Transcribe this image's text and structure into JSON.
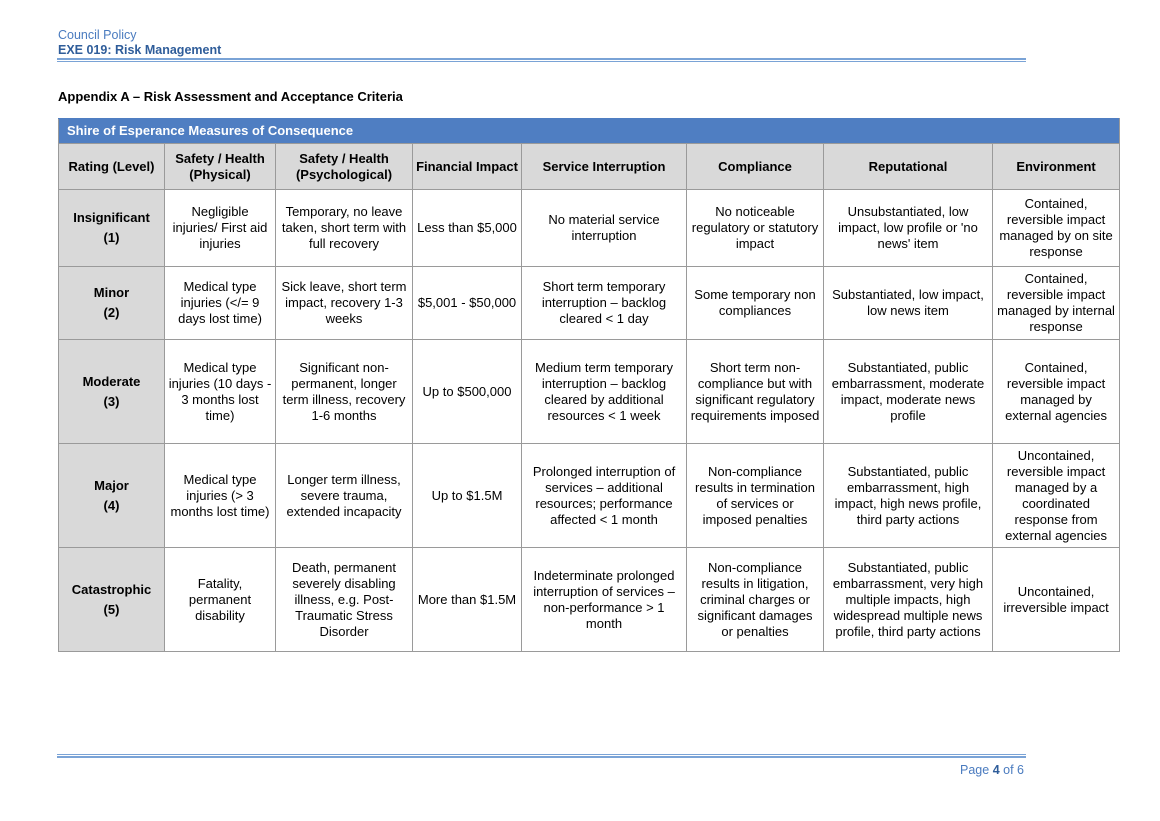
{
  "header": {
    "line1": "Council Policy",
    "line2": "EXE 019: Risk Management"
  },
  "appendix_title": "Appendix A – Risk Assessment and Acceptance Criteria",
  "table": {
    "title": "Shire of Esperance Measures of Consequence",
    "columns": [
      "Rating (Level)",
      "Safety / Health (Physical)",
      "Safety / Health (Psychological)",
      "Financial Impact",
      "Service Interruption",
      "Compliance",
      "Reputational",
      "Environment"
    ],
    "rows": [
      {
        "rating": "Insignificant",
        "level": "(1)",
        "physical": "Negligible injuries/ First aid injuries",
        "psychological": "Temporary, no leave taken, short term with full recovery",
        "financial": "Less than $5,000",
        "service": "No material service interruption",
        "compliance": "No noticeable regulatory or statutory impact",
        "reputational": "Unsubstantiated, low impact, low profile or 'no news' item",
        "environment": "Contained, reversible impact managed by on site response"
      },
      {
        "rating": "Minor",
        "level": "(2)",
        "physical": "Medical type injuries (</= 9 days lost time)",
        "psychological": "Sick leave, short term impact, recovery 1-3 weeks",
        "financial": "$5,001 - $50,000",
        "service": "Short term temporary interruption – backlog cleared < 1 day",
        "compliance": "Some temporary non compliances",
        "reputational": "Substantiated, low impact, low news item",
        "environment": "Contained, reversible impact managed by internal response"
      },
      {
        "rating": "Moderate",
        "level": "(3)",
        "physical": "Medical type injuries (10 days - 3 months lost time)",
        "psychological": "Significant non-permanent, longer term illness, recovery 1-6 months",
        "financial": "Up to $500,000",
        "service": "Medium term temporary interruption – backlog cleared by additional resources < 1 week",
        "compliance": "Short term non-compliance but with significant regulatory requirements imposed",
        "reputational": "Substantiated, public embarrassment, moderate impact, moderate news profile",
        "environment": "Contained, reversible impact managed by external agencies"
      },
      {
        "rating": "Major",
        "level": "(4)",
        "physical": "Medical type injuries (> 3 months lost time)",
        "psychological": "Longer term illness, severe trauma, extended incapacity",
        "financial": "Up to $1.5M",
        "service": "Prolonged interruption of services – additional resources; performance affected < 1 month",
        "compliance": "Non-compliance results in termination of services or imposed penalties",
        "reputational": "Substantiated, public embarrassment, high impact, high news profile, third party actions",
        "environment": "Uncontained, reversible impact managed by a coordinated response from external agencies"
      },
      {
        "rating": "Catastrophic",
        "level": "(5)",
        "physical": "Fatality, permanent disability",
        "psychological": "Death, permanent severely disabling illness, e.g. Post-Traumatic Stress Disorder",
        "financial": "More than $1.5M",
        "service": "Indeterminate prolonged interruption of services – non-performance > 1 month",
        "compliance": "Non-compliance results in litigation, criminal charges or significant damages or penalties",
        "reputational": "Substantiated, public embarrassment, very high multiple impacts, high widespread multiple news profile, third party actions",
        "environment": "Uncontained, irreversible impact"
      }
    ]
  },
  "footer": {
    "page_prefix": "Page",
    "page_current": "4",
    "page_of": "of 6"
  }
}
